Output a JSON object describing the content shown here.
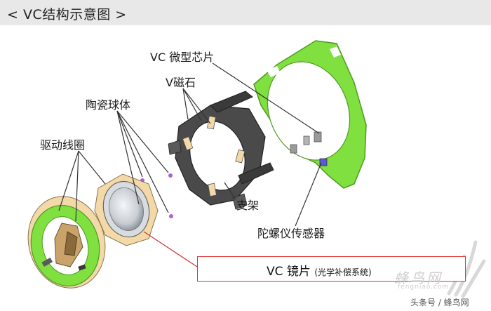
{
  "title": "<  VC结构示意图  >",
  "labels": {
    "vc_chip": "VC 微型芯片",
    "v_magnet": "V磁石",
    "ceramic_balls": "陶瓷球体",
    "drive_coil": "驱动线圈",
    "bracket": "支架",
    "gyro_sensor": "陀螺仪传感器"
  },
  "vc_lens_box": {
    "main": "VC 镜片",
    "sub": "(光学补偿系统)"
  },
  "watermark": {
    "logo_text": "蜂鸟网",
    "url_text": "fengniao.com"
  },
  "credit": "头条号 / 蜂鸟网",
  "colors": {
    "title_bar": "#e8e8e8",
    "green_board": "#7fe040",
    "leader_line": "#333333",
    "lens_leader": "#d33333",
    "bracket_dark": "#3a3a3a",
    "ceramic_ball": "#b060d0"
  }
}
